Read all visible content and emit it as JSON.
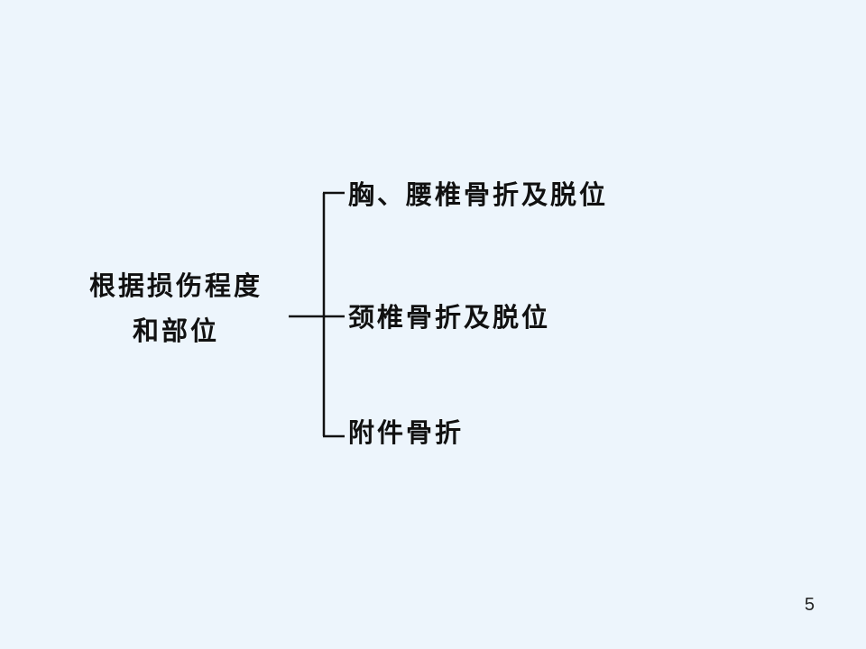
{
  "slide": {
    "root": {
      "line1": "根据损伤程度",
      "line2": "和部位"
    },
    "branches": [
      {
        "label": "胸、腰椎骨折及脱位"
      },
      {
        "label": "颈椎骨折及脱位"
      },
      {
        "label": "附件骨折"
      }
    ],
    "page_number": "5"
  }
}
